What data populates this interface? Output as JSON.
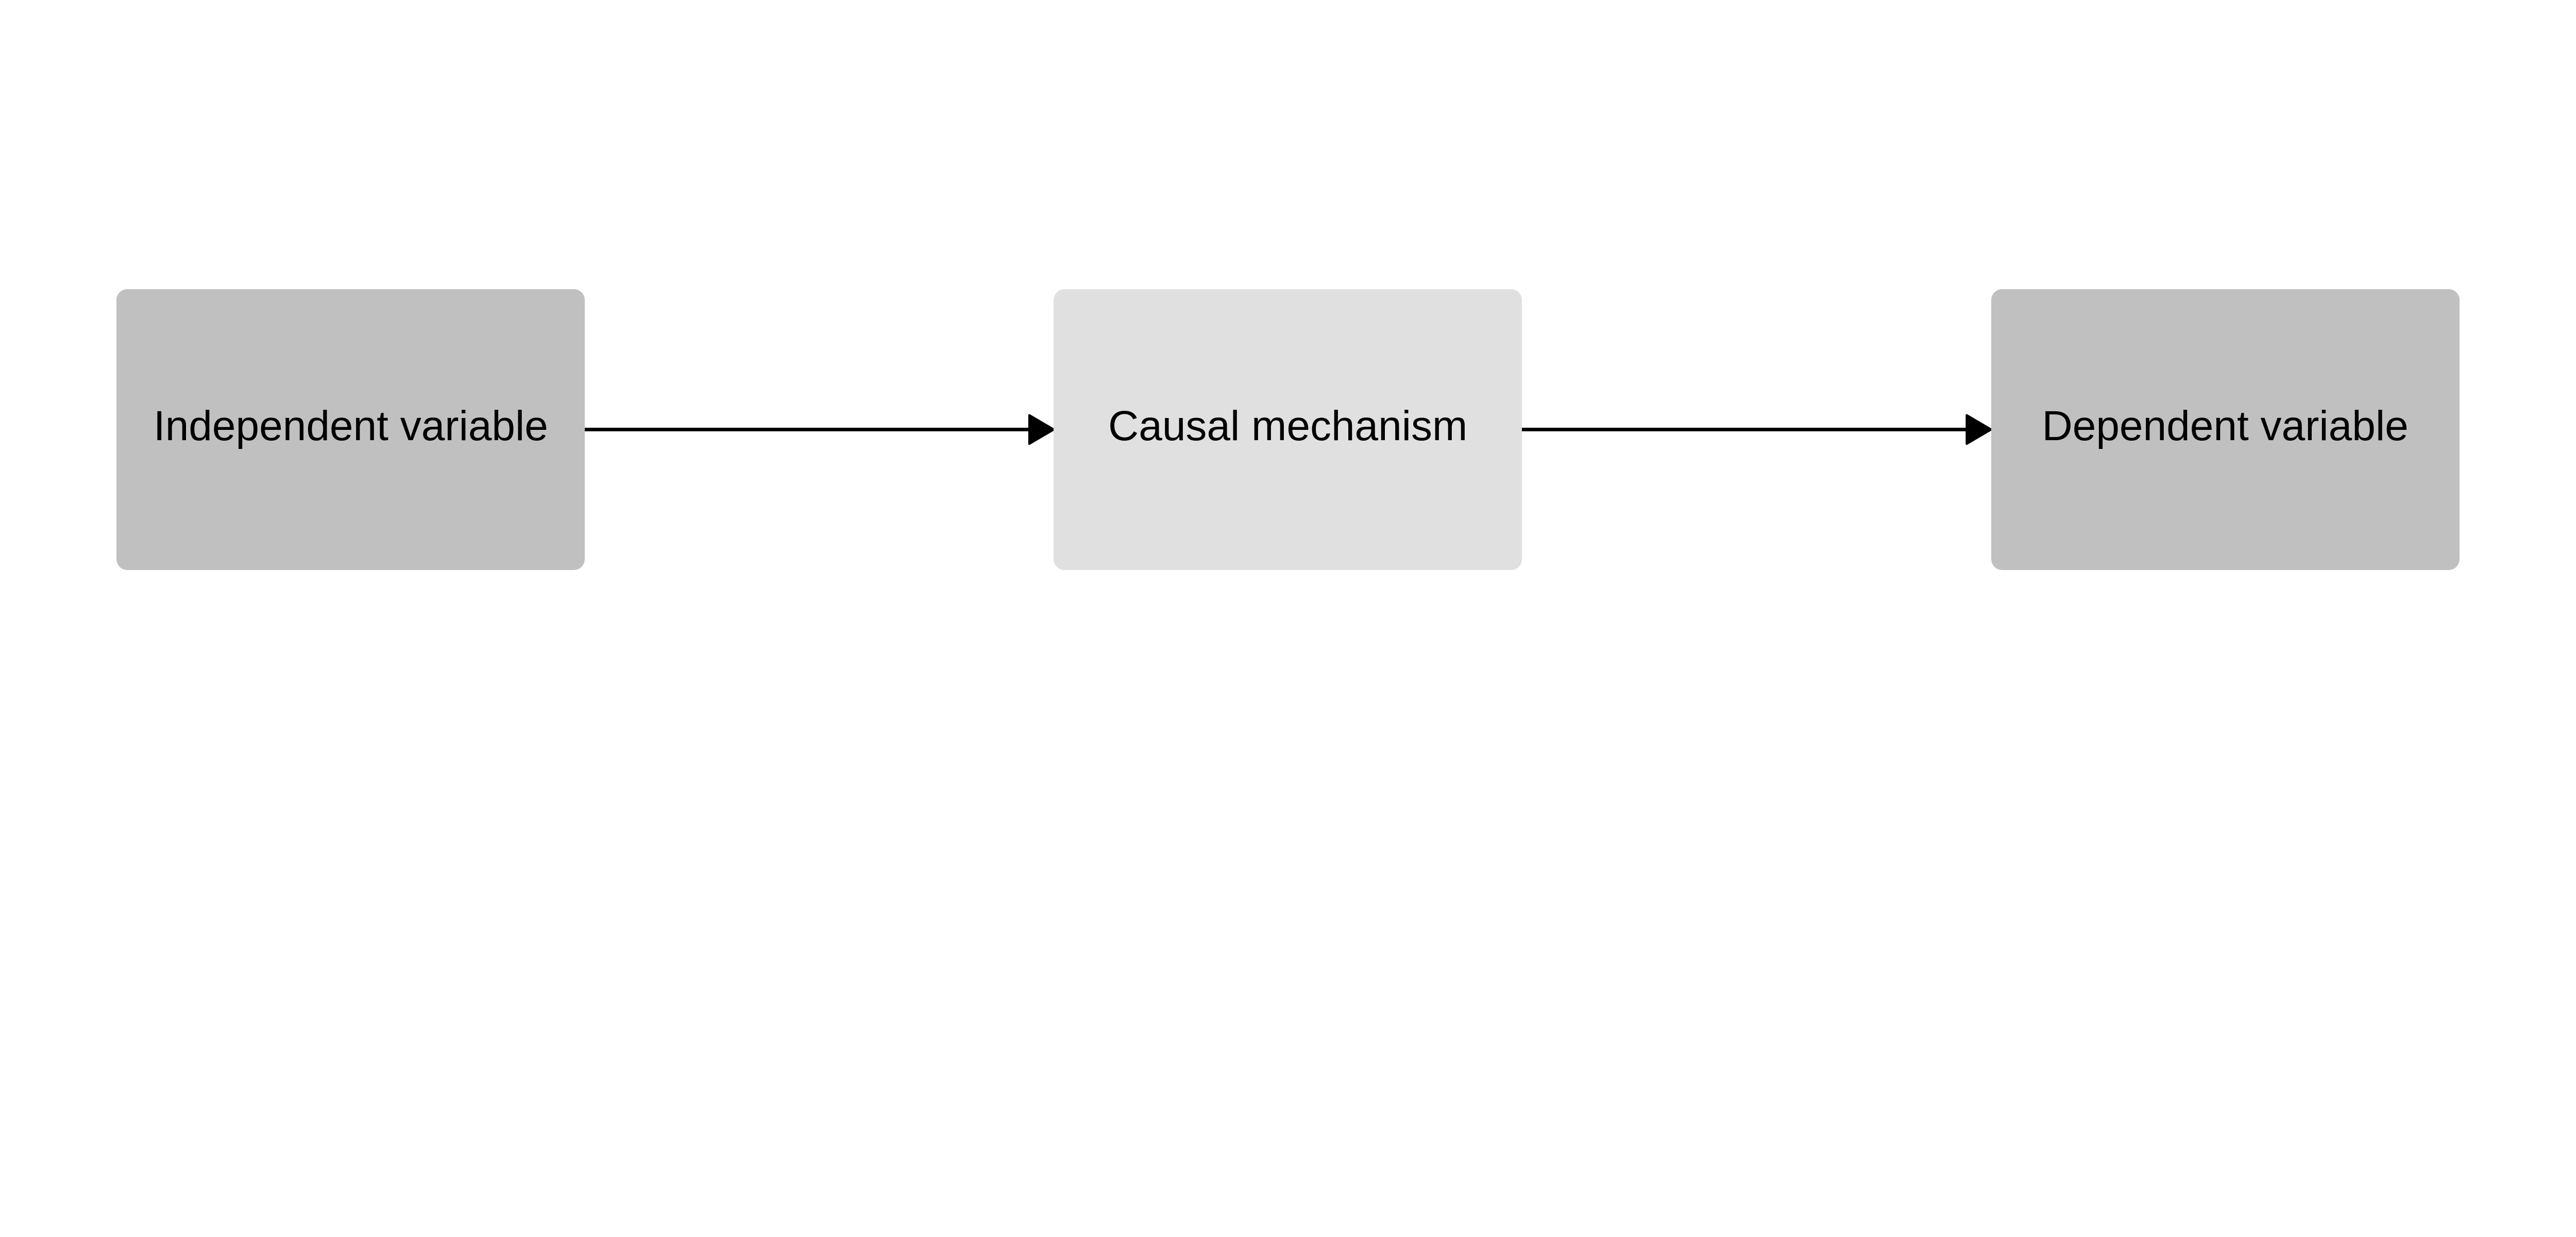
{
  "diagram": {
    "nodes": [
      {
        "label": "Independent variable",
        "color": "#c0c0c0"
      },
      {
        "label": "Causal mechanism",
        "color": "#e0e0e0"
      },
      {
        "label": "Dependent variable",
        "color": "#c0c0c0"
      }
    ],
    "edges": [
      {
        "from": "Independent variable",
        "to": "Causal mechanism"
      },
      {
        "from": "Causal mechanism",
        "to": "Dependent variable"
      }
    ],
    "arrow_color": "#000000"
  }
}
